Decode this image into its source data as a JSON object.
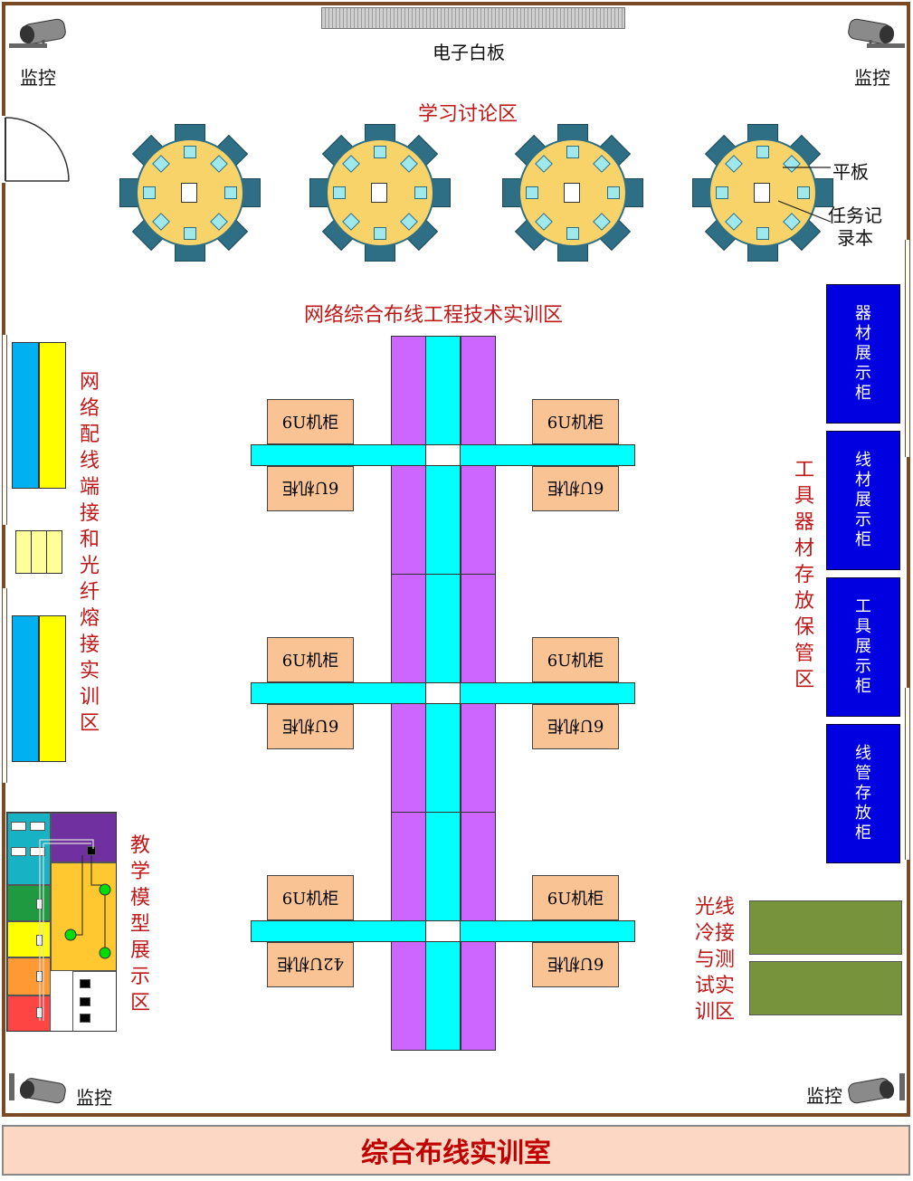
{
  "room": {
    "title": "综合布线实训室",
    "whiteboard_label": "电子白板",
    "camera_label": "监控",
    "icons": [
      "camera-icon",
      "door-icon"
    ]
  },
  "zones": {
    "discussion": "学习讨论区",
    "cabling": "网络综合布线工程技术实训区",
    "patch": "网络配线端接和光纤熔接实训区",
    "teaching": "教学模型展示区",
    "storage": "工具器材存放保管区",
    "fiber": "光线冷接与测试实训区"
  },
  "callouts": {
    "tablet": "平板",
    "notebook": "任务记录本"
  },
  "cabinets": {
    "six_u": "6U机柜",
    "fortytwo_u": "42U机柜"
  },
  "display_cabinets": [
    "器材展示柜",
    "线材展示柜",
    "工具展示柜",
    "线管存放柜"
  ],
  "colors": {
    "wall": "#7a4a25",
    "zone_text": "#c01818",
    "table_seat": "#2e6f85",
    "table_top": "#f7d36a",
    "cabinet": "#f9c394",
    "trunk_purple": "#cc66ff",
    "trunk_cyan": "#00ffff",
    "display_cabinet": "#0000e0",
    "fiber_bench": "#77933c",
    "footer_bg": "#fcd8c4"
  }
}
